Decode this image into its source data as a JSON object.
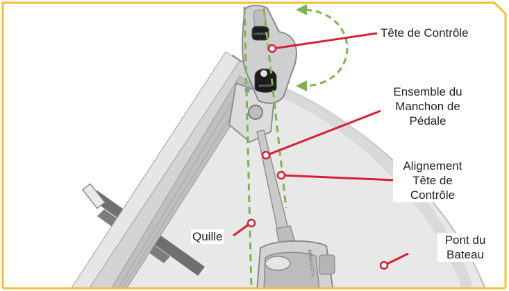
{
  "labels": {
    "control_head": "Tête de Contrôle",
    "pedal_sleeve_assembly": [
      "Ensemble du",
      "Manchon de",
      "Pédale"
    ],
    "control_head_alignment": [
      "Alignement",
      "Tête de",
      "Contrôle"
    ],
    "keel": "Quille",
    "boat_deck": [
      "Pont du",
      "Bateau"
    ]
  },
  "device_text": {
    "control_badge_top": "CONTROL",
    "control_badge_bottom": "MOTORS",
    "pedal_brand": "MINN KOTA"
  },
  "colors": {
    "frame_border": "#f2c12e",
    "guide_dashed": "#7ab648",
    "callout": "#d71f33",
    "deck": "#e7e7e7",
    "metal": "#cfcfcf",
    "outline": "#8f8f8f",
    "text": "#231f20"
  }
}
